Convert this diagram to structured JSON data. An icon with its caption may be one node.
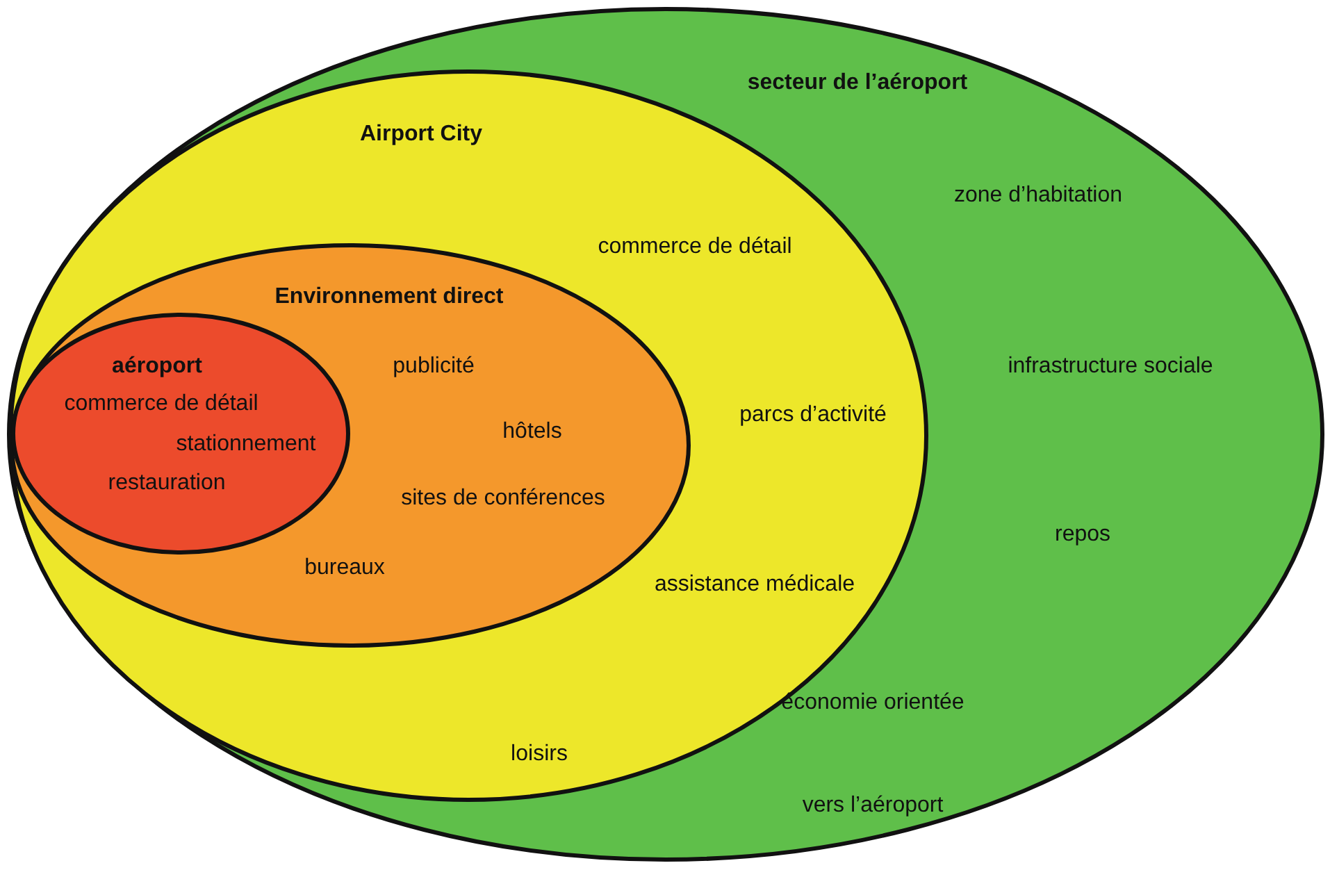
{
  "diagram": {
    "nodes": [
      {
        "text": [
          "secteur de l’aéroport",
          "zone d’habitation",
          "infrastructure sociale",
          "repos",
          "économie orientée vers l’aéroport"
        ]
      },
      {
        "text": [
          "Airport City",
          "commerce de détail",
          "parcs d’activité",
          "assistance médicale",
          "loisirs"
        ],
        "in": 0
      },
      {
        "text": [
          "Environnement direct",
          "publicité",
          "hôtels",
          "sites de conférences",
          "bureaux"
        ],
        "in": 1
      },
      {
        "text": [
          "aéroport",
          "commerce de détail",
          "stationnement",
          "restauration"
        ],
        "in": 2
      }
    ]
  }
}
